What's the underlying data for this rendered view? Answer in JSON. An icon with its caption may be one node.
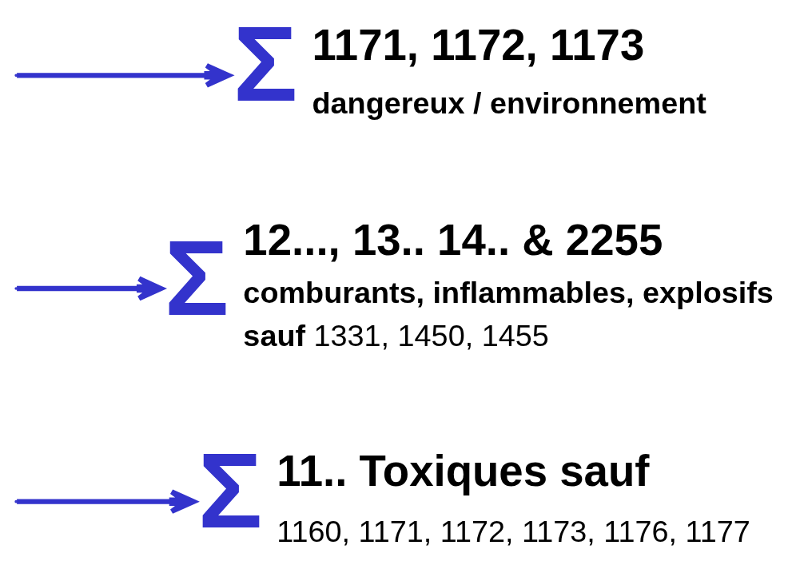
{
  "diagram": {
    "nodes": [
      {
        "text": [
          "Σ",
          "11.. Toxiques sauf",
          "1160, 1171, 1172, 1173, 1176, 1177"
        ]
      },
      {
        "text": [
          "Σ",
          "12..., 13.. 14.. & 2255",
          "comburants, inflammables, explosifs",
          "**sauf** 1331, 1450, 1455"
        ]
      },
      {
        "text": [
          "Σ",
          "1171, 1172, 1173",
          "dangereux / environnement"
        ]
      }
    ],
    "edges": [
      {
        "from": null,
        "to": 0,
        "arrow": "to"
      },
      {
        "from": null,
        "to": 1,
        "arrow": "to"
      },
      {
        "from": null,
        "to": 2,
        "arrow": "to"
      }
    ]
  }
}
